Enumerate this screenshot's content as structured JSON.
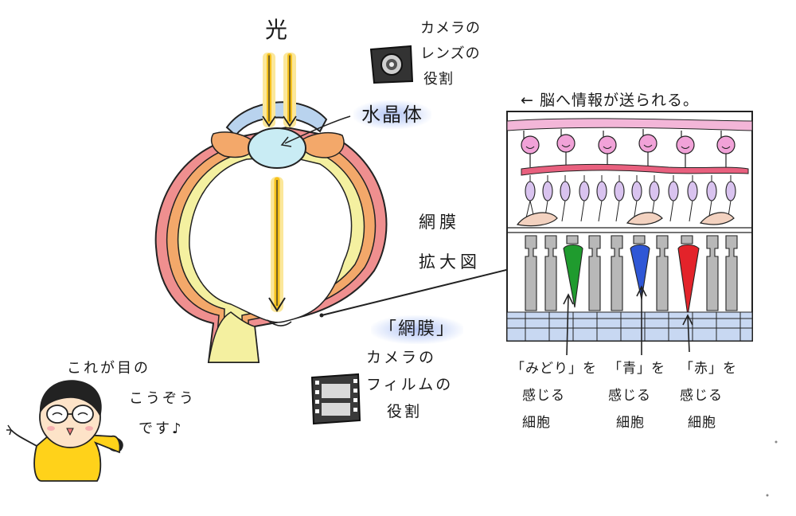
{
  "labels": {
    "light": "光",
    "camera_lens_line1": "カメラの",
    "camera_lens_line2": "レンズの",
    "camera_lens_line3": "役割",
    "crystalline_lens": "水晶体",
    "to_brain": "← 脳へ情報が送られる。",
    "retina_enlarged_line1": "網膜",
    "retina_enlarged_line2": "拡大図",
    "retina_quote": "「網膜」",
    "camera_film_line1": "カメラの",
    "camera_film_line2": "フィルムの",
    "camera_film_line3": "役割",
    "speech_line1": "これが目の",
    "speech_line2": "こうぞう",
    "speech_line3": "です♪",
    "green_cell_line1": "「みどり」を",
    "green_cell_line2": "感じる",
    "green_cell_line3": "細胞",
    "blue_cell_line1": "「青」を",
    "blue_cell_line2": "感じる",
    "blue_cell_line3": "細胞",
    "red_cell_line1": "「赤」を",
    "red_cell_line2": "感じる",
    "red_cell_line3": "細胞"
  },
  "colors": {
    "light_beam": "#f7c21d",
    "light_glow": "#fbe79a",
    "sclera_outer": "#ef8f8f",
    "choroid": "#f3a86a",
    "retina_layer": "#f4f0a0",
    "cornea": "#b9d3ee",
    "lens": "#c9ecf4",
    "ganglion": "#f1a2d8",
    "bipolar": "#d9c3ef",
    "horizontal": "#f3d2c0",
    "rod": "#b8b8b8",
    "cone_green": "#1f9b2e",
    "cone_blue": "#2f57d6",
    "cone_red": "#e3232a",
    "pigment": "#c8d8f2",
    "nerve_fiber": "#e04c6a",
    "shirt": "#ffd21a"
  }
}
